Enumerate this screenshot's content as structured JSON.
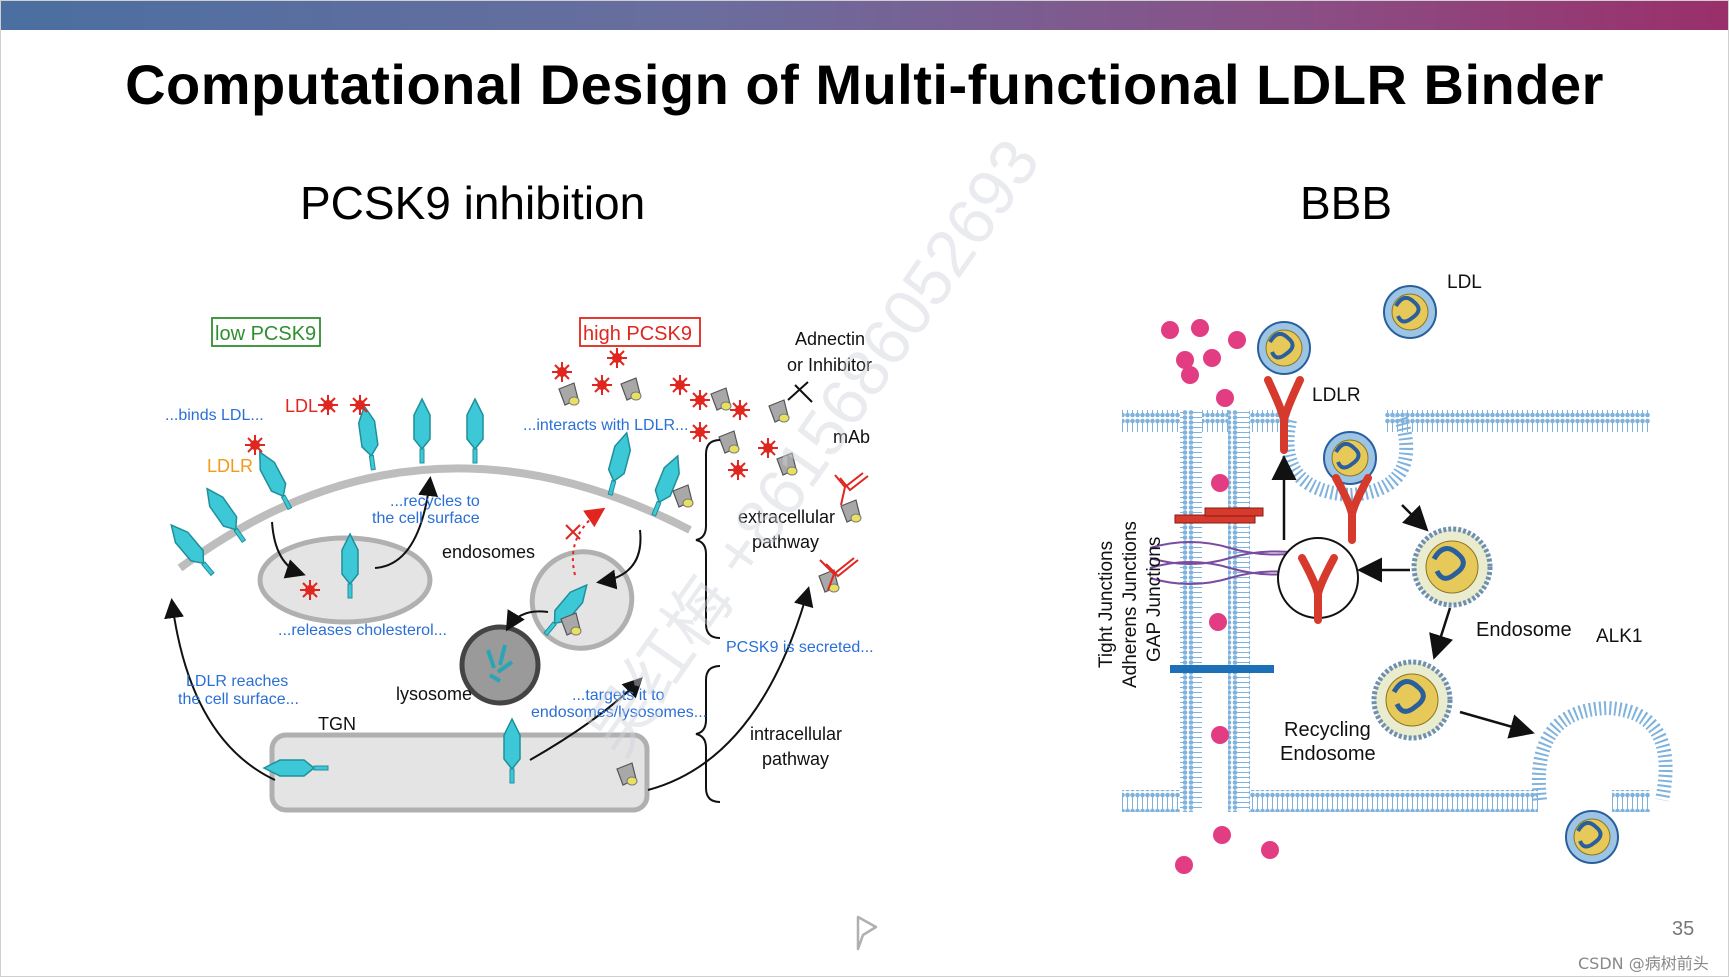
{
  "slide": {
    "title": "Computational Design of Multi-functional LDLR Binder",
    "left_heading": "PCSK9 inhibition",
    "right_heading": "BBB",
    "page_number": "35",
    "credit": "CSDN @病树前头",
    "watermark": "吴红梅 +8615686052693"
  },
  "pcsk9_diagram": {
    "low_label": "low PCSK9",
    "high_label": "high PCSK9",
    "ldl_label": "LDL",
    "ldlr_label": "LDLR",
    "binds_ldl": "...binds LDL...",
    "recycles_line1": "...recycles to",
    "recycles_line2": "the cell surface",
    "endosomes": "endosomes",
    "releases_cholesterol": "...releases cholesterol...",
    "interacts": "...interacts with LDLR...",
    "adnectin_line1": "Adnectin",
    "adnectin_line2": "or Inhibitor",
    "mab": "mAb",
    "extracellular_line1": "extracellular",
    "extracellular_line2": "pathway",
    "pcsk9_secreted": "PCSK9 is secreted...",
    "intracellular_line1": "intracellular",
    "intracellular_line2": "pathway",
    "lysosome": "lysosome",
    "targets_line1": "...targets it to",
    "targets_line2": "endosomes/lysosomes...",
    "ldlr_reaches_line1": "LDLR reaches",
    "ldlr_reaches_line2": "the cell surface...",
    "tgn": "TGN"
  },
  "bbb_diagram": {
    "ldl": "LDL",
    "ldlr": "LDLR",
    "tight_junctions": "Tight Junctions",
    "adherens_junctions": "Adherens Junctions",
    "gap_junctions": "GAP Junctions",
    "endosome": "Endosome",
    "alk1": "ALK1",
    "recycling_line1": "Recycling",
    "recycling_line2": "Endosome"
  },
  "colors": {
    "ldlr_cyan": "#3cc8d6",
    "pcsk9_red": "#e0261f",
    "low_green": "#2f8f2f",
    "blue_text": "#2a6fd6",
    "membrane_blue": "#7fb2dc",
    "receptor_red": "#d63a2c",
    "particle_pink": "#e23d82"
  }
}
